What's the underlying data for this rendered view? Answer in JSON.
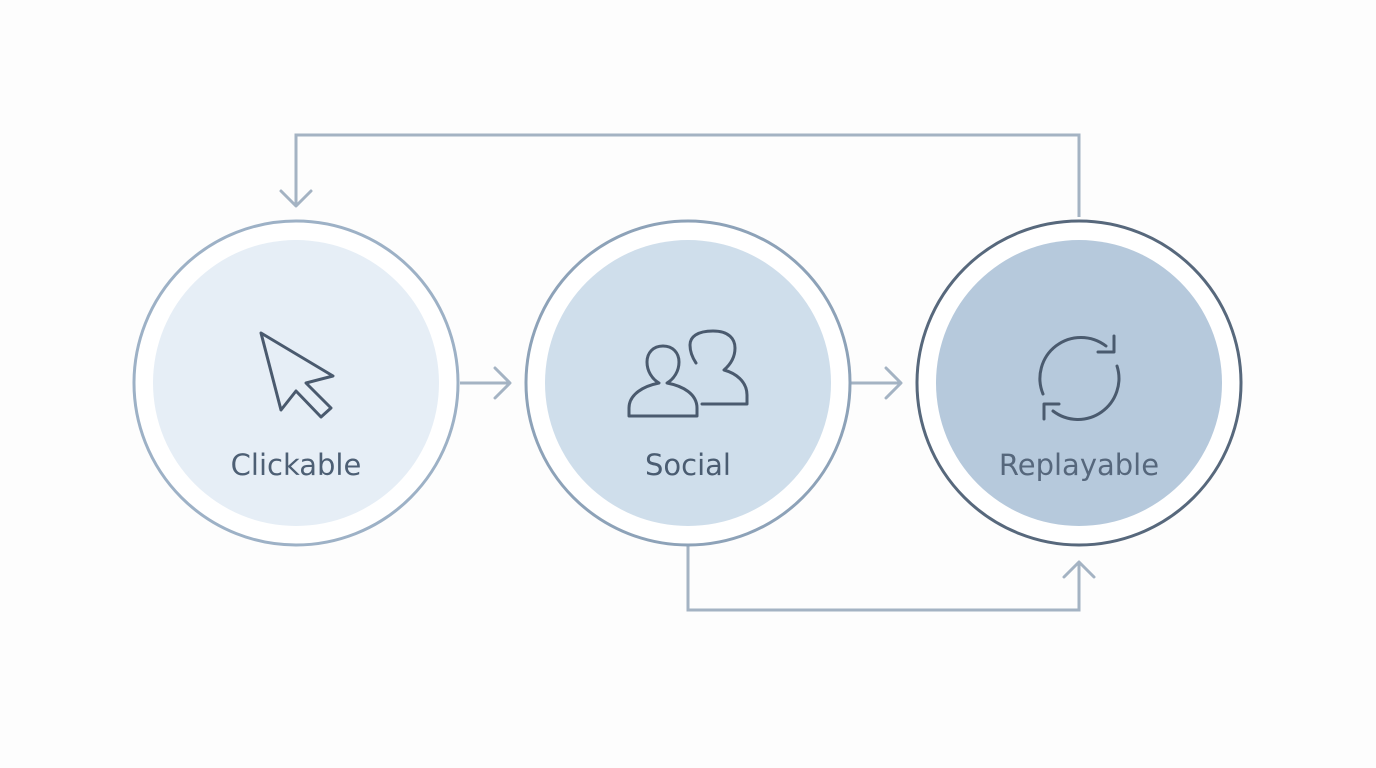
{
  "diagram": {
    "nodes": [
      {
        "id": "clickable",
        "label": "Clickable",
        "icon": "cursor-icon",
        "fill": "#e6eef6",
        "ring": "#9db1c6",
        "text_color": "#4d5f74"
      },
      {
        "id": "social",
        "label": "Social",
        "icon": "users-icon",
        "fill": "#cfdeeb",
        "ring": "#8da2b8",
        "text_color": "#4a5c71"
      },
      {
        "id": "replayable",
        "label": "Replayable",
        "icon": "refresh-icon",
        "fill": "#b6c9dc",
        "ring": "#57687c",
        "text_color": "#56677c"
      }
    ],
    "edges": [
      {
        "from": "clickable",
        "to": "social"
      },
      {
        "from": "social",
        "to": "replayable"
      },
      {
        "from": "replayable",
        "to": "clickable"
      },
      {
        "from": "social",
        "to": "replayable"
      }
    ],
    "colors": {
      "connector": "#a4b3c3",
      "icon_stroke": "#4a5a6e"
    }
  }
}
